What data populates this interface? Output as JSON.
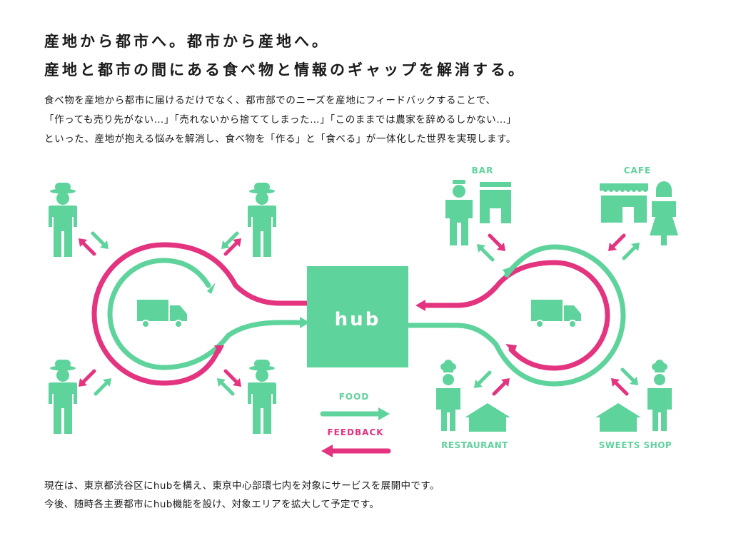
{
  "headline": {
    "line1": "産地から都市へ。都市から産地へ。",
    "line2": "産地と都市の間にある食べ物と情報のギャップを解消する。"
  },
  "description": [
    "食べ物を産地から都市に届けるだけでなく、都市部でのニーズを産地にフィードバックすることで、",
    "「作っても売り先がない…」「売れないから捨ててしまった…」「このままでは農家を辞めるしかない…」",
    "といった、産地が抱える悩みを解消し、食べ物を「作る」と「食べる」が一体化した世界を実現します。"
  ],
  "diagram": {
    "hub_label": "hub",
    "shops": {
      "bar": "BAR",
      "cafe": "CAFE",
      "restaurant": "RESTAURANT",
      "sweets": "SWEETS SHOP"
    },
    "legend": {
      "food": "FOOD",
      "feedback": "FEEDBACK"
    },
    "colors": {
      "food": "#5fd39c",
      "feedback": "#e4337f"
    }
  },
  "footer": [
    "現在は、東京都渋谷区にhubを構え、東京中心部環七内を対象にサービスを展開中です。",
    "今後、随時各主要都市にhub機能を設け、対象エリアを拡大して予定です。"
  ]
}
